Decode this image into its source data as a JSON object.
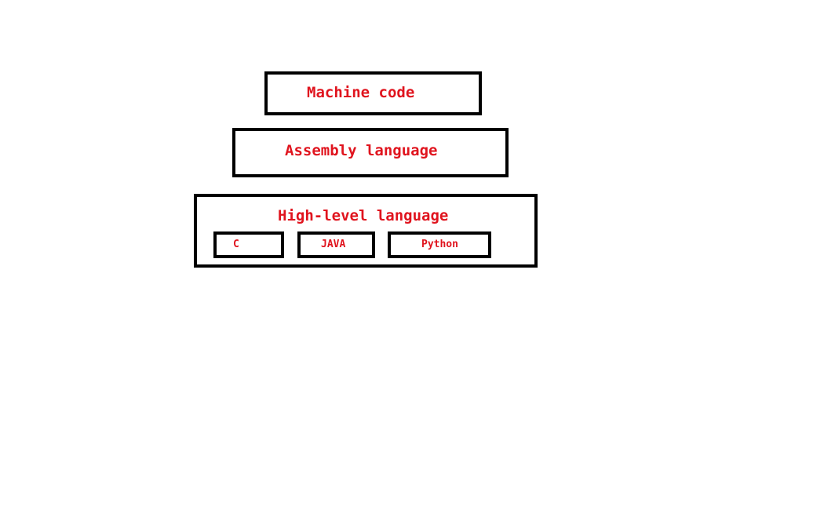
{
  "colors": {
    "text": "#e0141e",
    "border": "#000000",
    "background": "#ffffff"
  },
  "diagram": {
    "levels": [
      {
        "id": "machine",
        "label": "Machine code"
      },
      {
        "id": "assembly",
        "label": "Assembly language"
      },
      {
        "id": "high",
        "label": "High-level language",
        "examples": [
          "C",
          "JAVA",
          "Python"
        ]
      }
    ]
  }
}
